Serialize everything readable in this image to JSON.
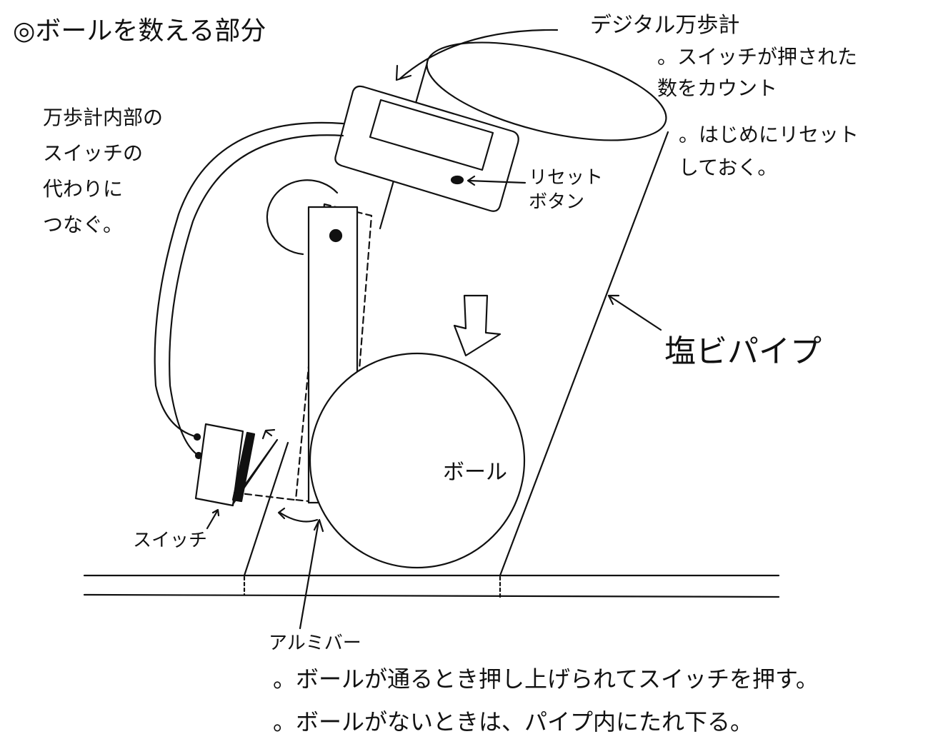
{
  "title": "◎ボールを数える部分",
  "labels": {
    "pedometer": "デジタル万歩計",
    "pedometer_note1": "。スイッチが押された\n数をカウント",
    "pedometer_note2": "。はじめにリセット\nしておく。",
    "wire_note": "万歩計内部の\nスイッチの\n代わりに\nつなぐ。",
    "reset_button": "リセット\nボタン",
    "pipe": "塩ビパイプ",
    "ball": "ボール",
    "switch": "スイッチ",
    "bar": "アルミバー",
    "bar_note1": "。ボールが通るとき押し上げられてスイッチを押す。",
    "bar_note2": "。ボールがないときは、パイプ内にたれ下る。"
  }
}
